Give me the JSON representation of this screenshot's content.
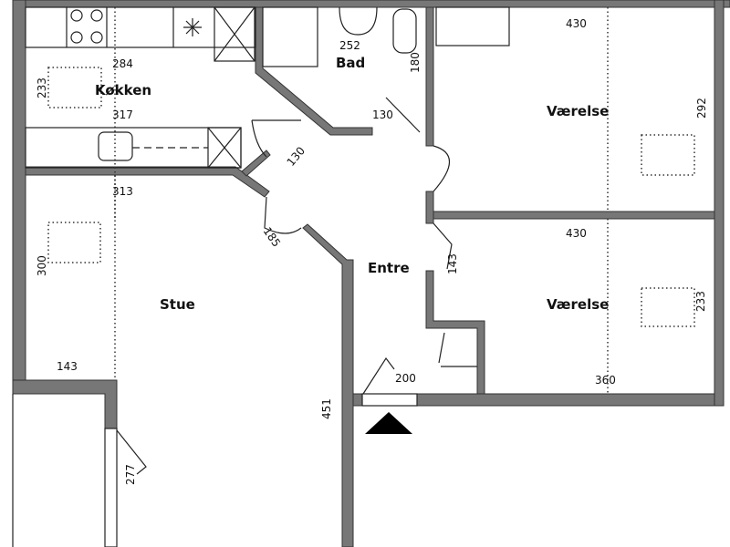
{
  "rooms": {
    "kitchen": "Køkken",
    "bath": "Bad",
    "bedroom1": "Værelse",
    "bedroom2": "Værelse",
    "entrance": "Entre",
    "living": "Stue"
  },
  "dimensions": {
    "kitchen_width_top": "284",
    "kitchen_depth": "233",
    "kitchen_width_bottom": "317",
    "bath_width": "252",
    "bath_depth": "180",
    "bath_door": "130",
    "kitchen_door": "130",
    "bedroom1_width": "430",
    "bedroom1_depth": "292",
    "bedroom2_width": "430",
    "bedroom2_depth": "233",
    "bedroom2_width_bottom": "360",
    "living_width": "313",
    "living_depth": "300",
    "living_door": "185",
    "living_nook": "143",
    "living_window": "277",
    "entrance_door_bedroom": "143",
    "entrance_door": "200",
    "entrance_length": "451"
  },
  "colors": {
    "wall": "#777777"
  }
}
